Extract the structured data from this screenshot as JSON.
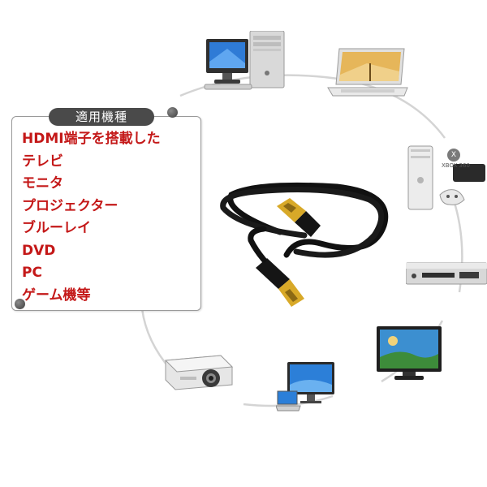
{
  "card": {
    "title": "適用機種",
    "items": [
      "HDMI端子を搭載した",
      "テレビ",
      "モニタ",
      "プロジェクター",
      "ブルーレイ",
      "DVD",
      "PC",
      "ゲーム機等"
    ]
  },
  "devices": {
    "xbox_label": "XBOX 360"
  },
  "colors": {
    "accent_text": "#c41818",
    "title_bg": "#4a4a4a",
    "ring": "#d4d4d4"
  }
}
